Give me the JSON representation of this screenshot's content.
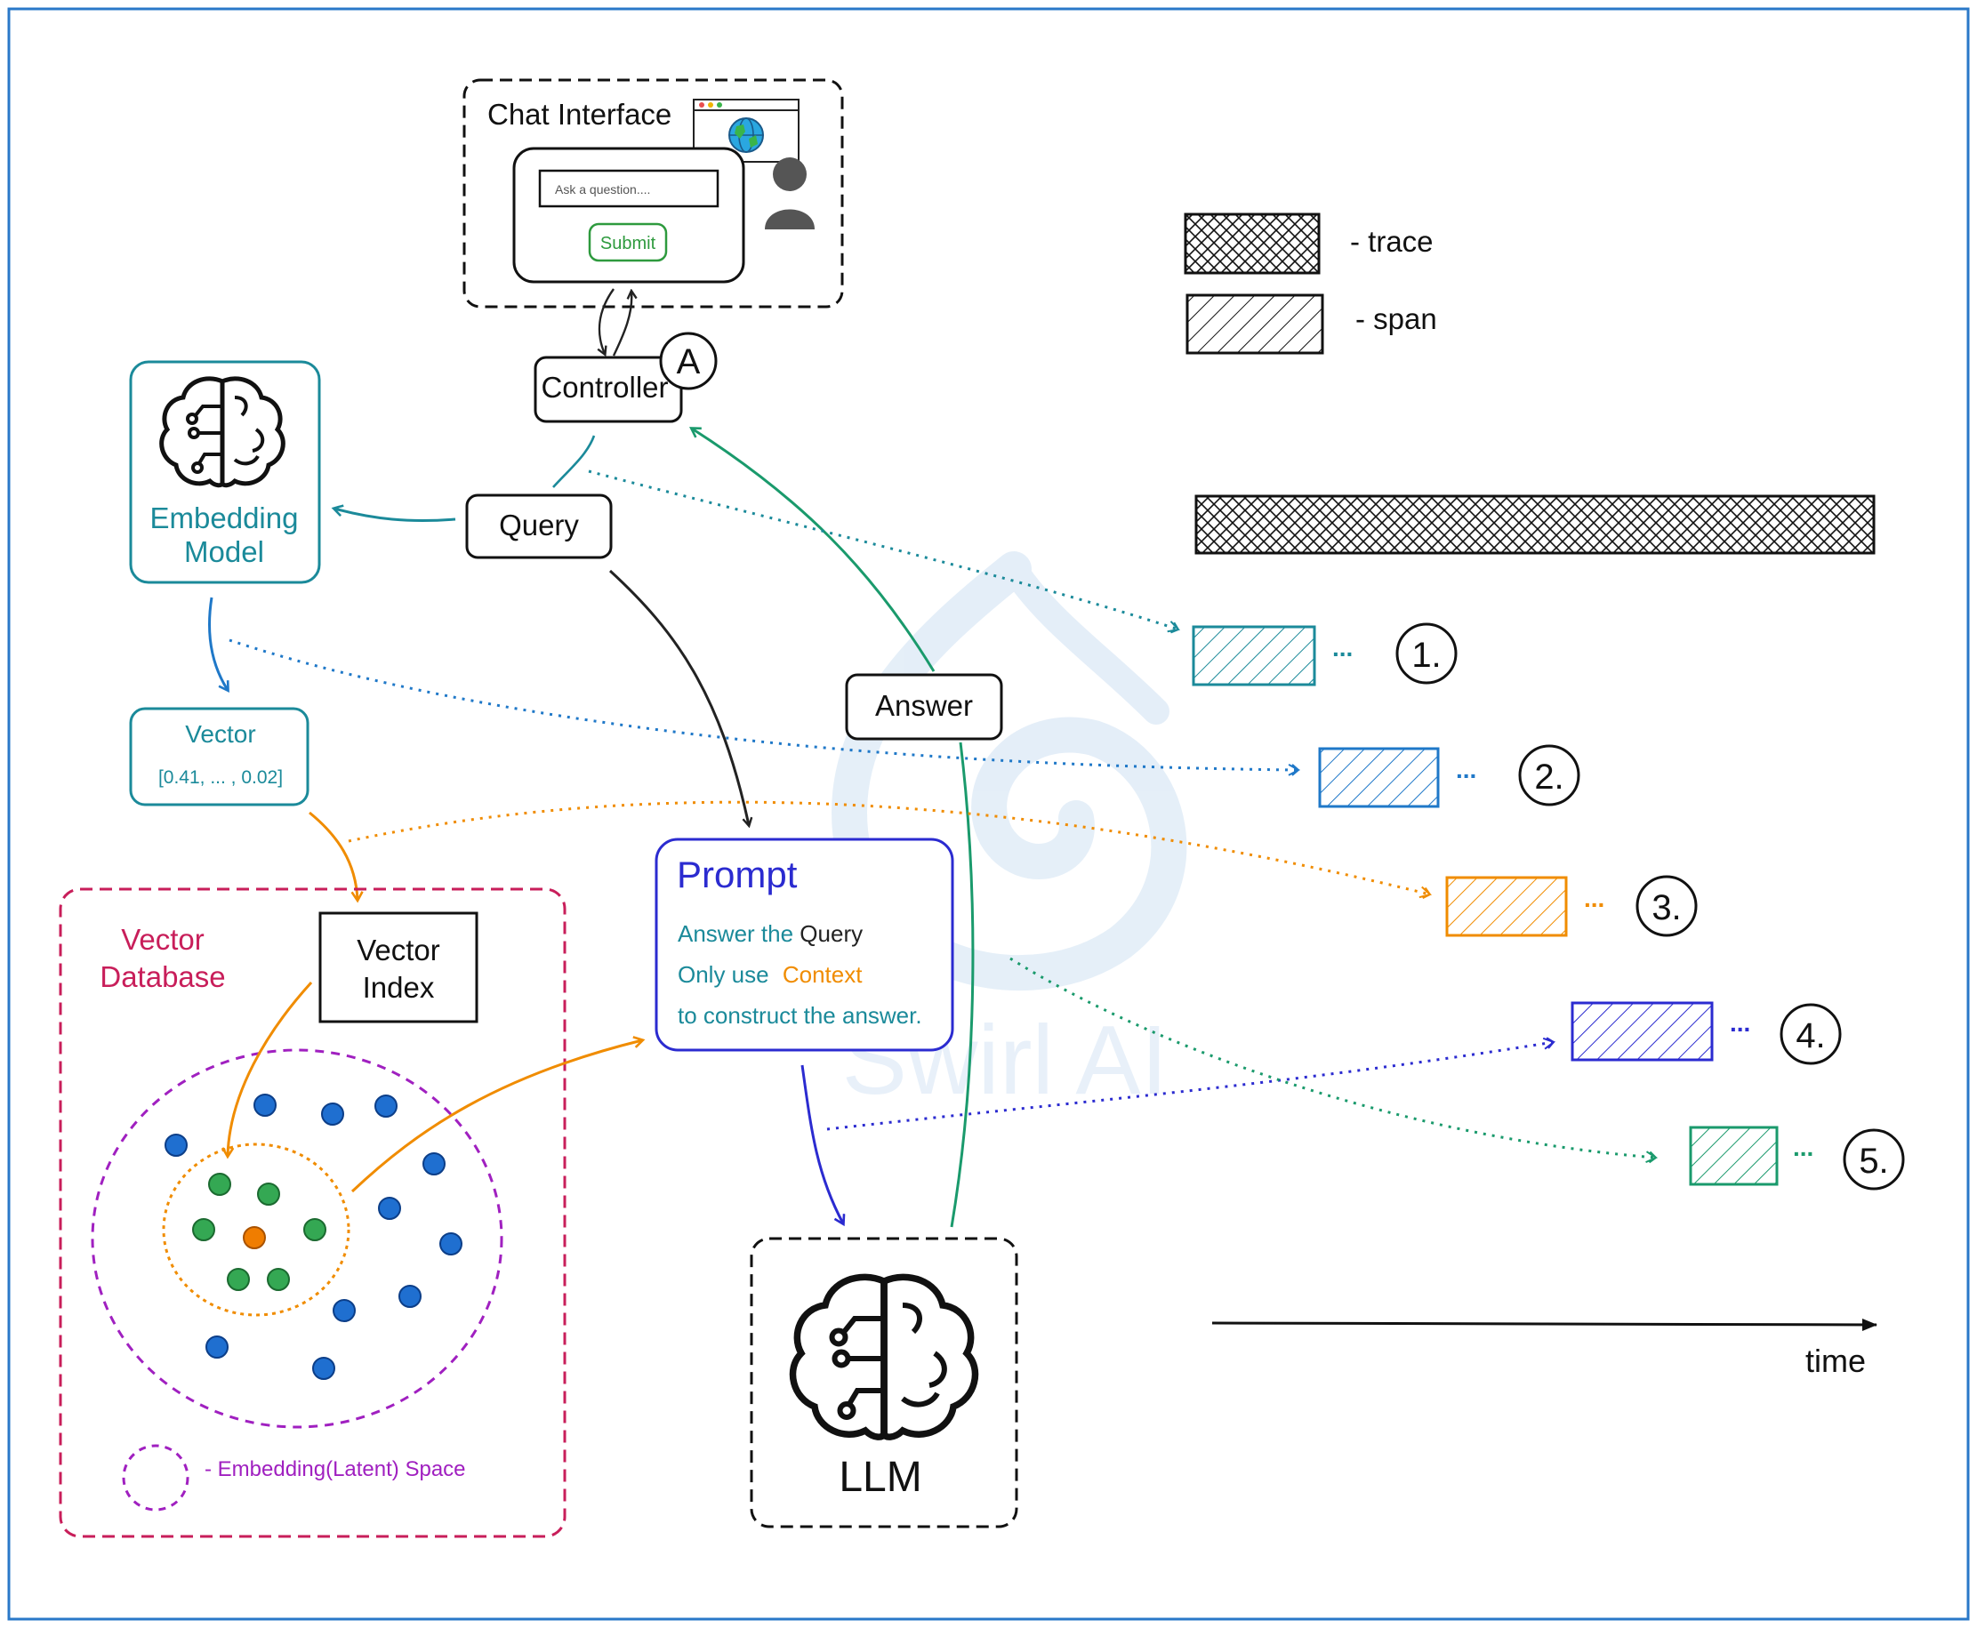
{
  "colors": {
    "frame": "#2a78c8",
    "teal": "#1b8a9a",
    "blue": "#1f78c8",
    "orange": "#f08c00",
    "indigo": "#2b2bd0",
    "green": "#1a9a6c",
    "crimson": "#c81e5a",
    "purple": "#a020c0",
    "dark": "#222222",
    "submit": "#2e9a3e",
    "dotBlue": "#1f6fd0",
    "dotGreen": "#34a853",
    "dotOrange": "#f07d00"
  },
  "chat": {
    "title": "Chat Interface",
    "placeholder": "Ask a question....",
    "submit": "Submit"
  },
  "controller": {
    "label": "Controller",
    "badge": "A"
  },
  "query": {
    "label": "Query"
  },
  "answer": {
    "label": "Answer"
  },
  "embedding": {
    "line1": "Embedding",
    "line2": "Model"
  },
  "vector": {
    "title": "Vector",
    "value": "[0.41, ... , 0.02]"
  },
  "vector_db": {
    "line1": "Vector",
    "line2": "Database"
  },
  "vector_index": {
    "line1": "Vector",
    "line2": "Index"
  },
  "embedding_space": {
    "label": "- Embedding(Latent) Space"
  },
  "prompt": {
    "title": "Prompt",
    "l1a": "Answer the ",
    "l1b": "Query",
    "l2a": "Only use ",
    "l2b": "Context",
    "l3": "to construct the answer."
  },
  "llm": {
    "label": "LLM"
  },
  "legend": {
    "trace": "- trace",
    "span": "- span"
  },
  "watermark": "Swirl AI",
  "spans": [
    {
      "label": "1.",
      "ellipsis": "...",
      "color": "#1b8a9a"
    },
    {
      "label": "2.",
      "ellipsis": "...",
      "color": "#1f78c8"
    },
    {
      "label": "3.",
      "ellipsis": "...",
      "color": "#f08c00"
    },
    {
      "label": "4.",
      "ellipsis": "...",
      "color": "#2b2bd0"
    },
    {
      "label": "5.",
      "ellipsis": "...",
      "color": "#1a9a6c"
    }
  ],
  "time_label": "time"
}
